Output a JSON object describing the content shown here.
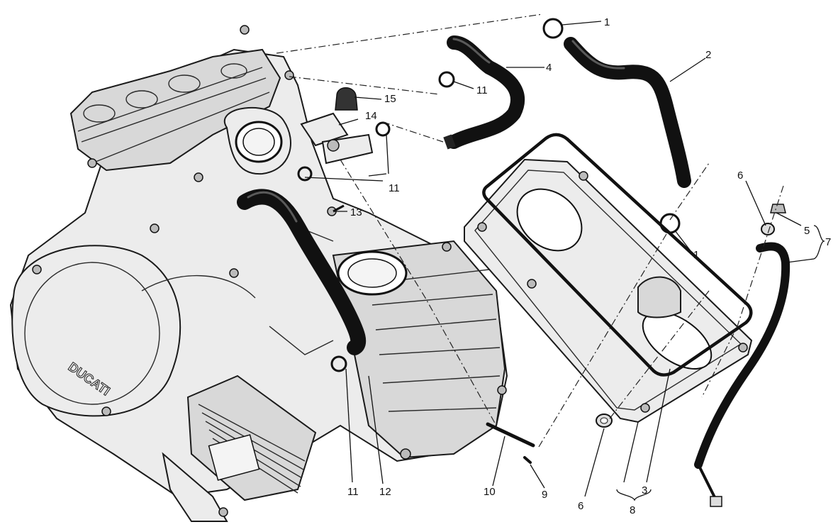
{
  "diagram": {
    "engine_logo_text": "DUCATI",
    "callouts": {
      "c1_top": "1",
      "c1_mid": "1",
      "c2": "2",
      "c3": "3",
      "c4": "4",
      "c5": "5",
      "c6_top": "6",
      "c6_bottom": "6",
      "c7": "7",
      "c8": "8",
      "c9": "9",
      "c10": "10",
      "c11_a": "11",
      "c11_b": "11",
      "c11_c": "11",
      "c12": "12",
      "c13": "13",
      "c14": "14",
      "c15": "15"
    }
  }
}
